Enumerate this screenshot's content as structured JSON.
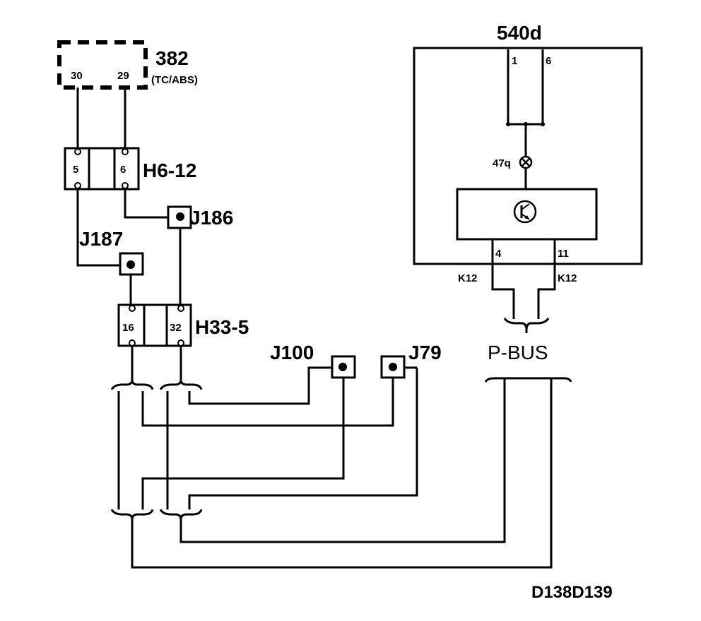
{
  "ecu_382": {
    "id": "382",
    "desc": "(TC/ABS)",
    "pin_a": "30",
    "pin_b": "29"
  },
  "connector_h6": {
    "name": "H6-12",
    "pin_a": "5",
    "pin_b": "6"
  },
  "splice_j186": "J186",
  "splice_j187": "J187",
  "connector_h33": {
    "name": "H33-5",
    "pin_a": "16",
    "pin_b": "32"
  },
  "splice_j100": "J100",
  "splice_j79": "J79",
  "module_540d": {
    "name": "540d",
    "pin_1": "1",
    "pin_6": "6",
    "lamp": "47q",
    "pin_4": "4",
    "pin_11": "11"
  },
  "k12_left": "K12",
  "k12_right": "K12",
  "bus_label": "P-BUS",
  "diagram_ref": "D138D139"
}
